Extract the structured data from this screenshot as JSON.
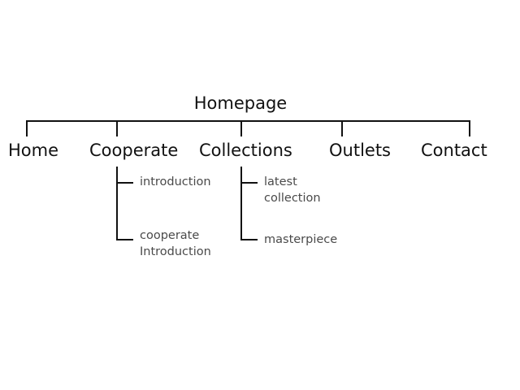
{
  "diagram": {
    "root": {
      "label": "Homepage"
    },
    "pages": [
      {
        "id": "home",
        "label": "Home",
        "children": []
      },
      {
        "id": "cooperate",
        "label": "Cooperate",
        "children": [
          {
            "label": "introduction"
          },
          {
            "label": "cooperate\nIntroduction"
          }
        ]
      },
      {
        "id": "collections",
        "label": "Collections",
        "children": [
          {
            "label": "latest\ncollection"
          },
          {
            "label": "masterpiece"
          }
        ]
      },
      {
        "id": "outlets",
        "label": "Outlets",
        "children": []
      },
      {
        "id": "contact",
        "label": "Contact",
        "children": []
      }
    ],
    "colors": {
      "lines": "#111111",
      "sub_text": "#4a4a4a",
      "main_text": "#111111"
    }
  }
}
